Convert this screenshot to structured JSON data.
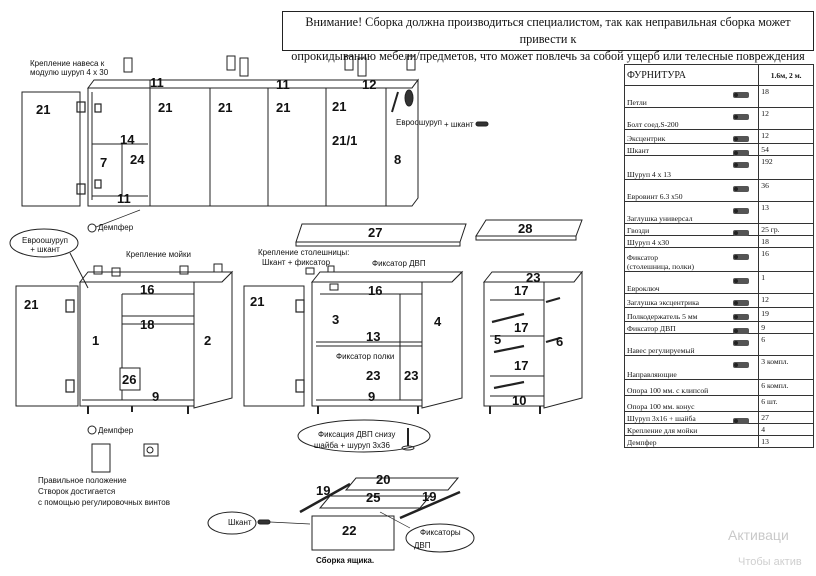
{
  "warning": {
    "line1": "Внимание! Сборка должна производиться специалистом, так как неправильная сборка может привести к",
    "line2": "опрокидыванию мебели/предметов, что может повлечь  за собой ущерб или телесные повреждения"
  },
  "labels": {
    "upper_mount": "Крепление навеса к модулю шуруп 4 х 30",
    "euroscrew_dowel_right": "Евроошуруп",
    "dowel_right": "+ шкант",
    "damper_upper": "Демпфер",
    "euroscrew_callout": "Евроошуруп + шкант",
    "sink_mount": "Крепление мойки",
    "worktop_mount": "Крепление столешницы:",
    "worktop_mount_sub": "Шкант + фиксатор",
    "dvp_fixer": "Фиксатор ДВП",
    "shelf_fixer": "Фиксатор полки",
    "damper_lower": "Демпфер",
    "door_note_1": "Правильное положение",
    "door_note_2": "Створок достигается",
    "door_note_3": "с помощью регулировочных винтов",
    "dvp_bottom_1": "Фиксация ДВП снизу",
    "dvp_bottom_2": "шайба + шуруп 3х36",
    "dowel_drawer": "Шкант",
    "drawer_fixers_1": "Фиксаторы",
    "drawer_fixers_2": "ДВП",
    "drawer_caption": "Сборка ящика."
  },
  "part_numbers": {
    "upper_left_door": "21",
    "upper_top_a": "11",
    "upper_top_b": "11",
    "upper_top_c": "12",
    "upper_door_1": "21",
    "upper_door_2": "21",
    "upper_door_3": "21",
    "upper_door_4": "21",
    "upper_door_5": "21/1",
    "upper_side": "8",
    "upper_shelf": "14",
    "upper_left_side": "7",
    "upper_partition": "24",
    "upper_bottom": "11",
    "worktop_a": "27",
    "worktop_b": "28",
    "sink_door": "21",
    "sink_top": "16",
    "sink_shelf": "18",
    "sink_left": "1",
    "sink_right": "2",
    "sink_back": "26",
    "sink_bottom": "9",
    "mid_door": "21",
    "mid_top": "16",
    "mid_left": "3",
    "mid_shelf": "13",
    "mid_right": "4",
    "mid_back_a": "23",
    "mid_back_b": "23",
    "mid_bottom": "9",
    "drw_back": "23",
    "drw_top": "17",
    "drw_mid1": "17",
    "drw_mid2": "17",
    "drw_left": "5",
    "drw_right": "6",
    "drw_bottom": "10",
    "box_back": "20",
    "box_side_l": "19",
    "box_bottom": "25",
    "box_side_r": "19",
    "box_front": "22"
  },
  "hardware": {
    "header_name": "ФУРНИТУРА",
    "header_qty": "1.6м, 2 м.",
    "rows": [
      {
        "name": "Петли",
        "qty": "18",
        "icon": "hinge-icon"
      },
      {
        "name": "Болт соед.S-200",
        "qty": "12",
        "icon": "bolt-icon"
      },
      {
        "name": "Эксцентрик",
        "qty": "12",
        "icon": "eccentric-icon"
      },
      {
        "name": "Шкант",
        "qty": "54",
        "icon": "dowel-icon"
      },
      {
        "name": "Шуруп 4 х 13",
        "qty": "192",
        "icon": "screw-icon"
      },
      {
        "name": "Евровинт  6.3 х50",
        "qty": "36",
        "icon": "euroscrew-icon"
      },
      {
        "name": "Заглушка  универсал",
        "qty": "13",
        "icon": "cap-icon"
      },
      {
        "name": "Гвозди",
        "qty": "25 гр.",
        "icon": "nails-icon"
      },
      {
        "name": "Шуруп 4 х30",
        "qty": "18",
        "icon": ""
      },
      {
        "name": "Фиксатор\n(столешница, полки)",
        "qty": "16",
        "icon": "bracket-icon"
      },
      {
        "name": "Евроключ",
        "qty": "1",
        "icon": "hexkey-icon"
      },
      {
        "name": "Заглушка эксцентрика",
        "qty": "12",
        "icon": "eccentric-cap-icon"
      },
      {
        "name": "Полкодержатель 5 мм",
        "qty": "19",
        "icon": "shelf-pin-icon"
      },
      {
        "name": "Фиксатор ДВП",
        "qty": "9",
        "icon": "dvp-clip-icon"
      },
      {
        "name": "Навес регулируемый",
        "qty": "6",
        "icon": "hanger-icon"
      },
      {
        "name": "Направляющие",
        "qty": "3 компл.",
        "icon": "rail-icon"
      },
      {
        "name": "Опора 100 мм.  с клипсой",
        "qty": "6 компл.",
        "icon": ""
      },
      {
        "name": "Опора 100 мм.  конус",
        "qty": "6 шт.",
        "icon": ""
      },
      {
        "name": "Шуруп 3х16 + шайба",
        "qty": "27",
        "icon": "washer-screw-icon"
      },
      {
        "name": "Крепление для мойки",
        "qty": "4",
        "icon": ""
      },
      {
        "name": "Демпфер",
        "qty": "13",
        "icon": ""
      }
    ]
  },
  "watermark": {
    "line1": "Активаци",
    "line2": "Чтобы актив"
  }
}
